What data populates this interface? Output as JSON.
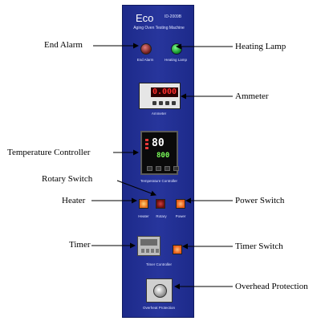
{
  "panel": {
    "brand": "Eco",
    "model": "ID-2009B",
    "subtitle": "Aging Oven Testing Machine",
    "labels": {
      "end_alarm": "End Alarm",
      "heating_lamp": "Heating Lamp",
      "ammeter": "Ammeter",
      "temperature_controller": "Temperature Controller",
      "heater": "Heater",
      "rotary": "Rotary",
      "power": "Power",
      "timer_controller": "Timer Controller",
      "overheat_protection": "Overheat Protection"
    },
    "ammeter_reading": "0.000",
    "temp_pv": "80",
    "temp_sv": "800"
  },
  "callouts": {
    "end_alarm": "End Alarm",
    "heating_lamp": "Heating Lamp",
    "ammeter": "Ammeter",
    "temperature_controller": "Temperature Controller",
    "rotary_switch": "Rotary Switch",
    "heater": "Heater",
    "power_switch": "Power Switch",
    "timer": "Timer",
    "timer_switch": "Timer Switch",
    "overhead_protection": "Overhead Protection"
  }
}
